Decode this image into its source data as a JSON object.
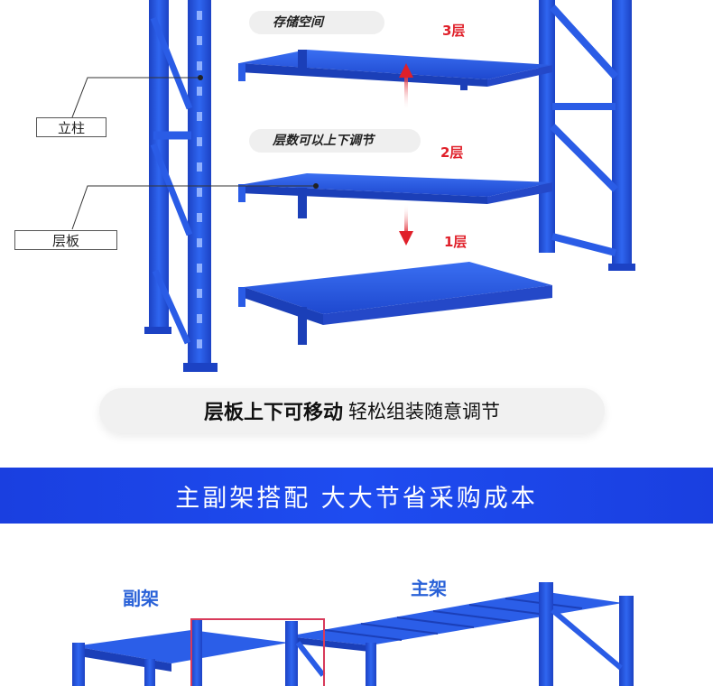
{
  "callouts": {
    "upright_label": "立柱",
    "shelf_label": "层板"
  },
  "shelf_labels": {
    "storage_space": "存储空间",
    "adjustable": "层数可以上下调节",
    "layer3": "3层",
    "layer2": "2层",
    "layer1": "1层"
  },
  "info_pill": {
    "strong": "层板上下可移动",
    "normal": "轻松组装随意调节"
  },
  "banner": {
    "text": "主副架搭配 大大节省采购成本"
  },
  "bottom": {
    "sub_frame": "副架",
    "main_frame": "主架"
  },
  "colors": {
    "rack_blue": "#2b5ee8",
    "rack_dark": "#1b3fb8",
    "banner_blue": "#1e4cf0",
    "red_arrow": "#e0202a",
    "label_blue": "#2a62d8",
    "highlight_box": "#d83a5a"
  }
}
